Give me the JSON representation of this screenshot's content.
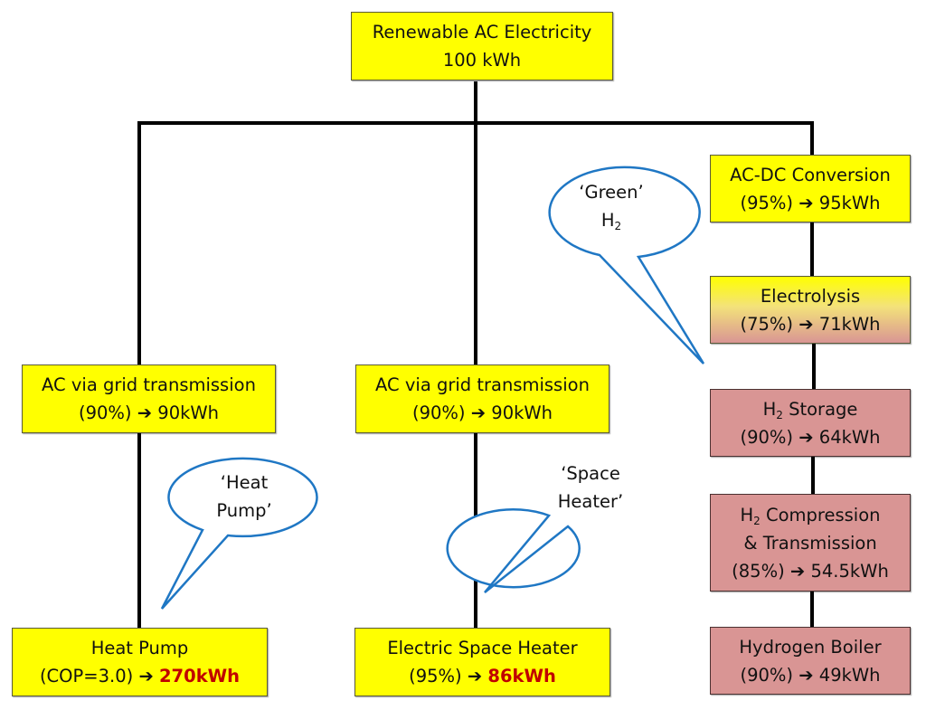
{
  "source": {
    "title": "Renewable AC Electricity",
    "value": "100 kWh"
  },
  "arrow_symbol": "➔",
  "paths": {
    "heat_pump": {
      "grid": {
        "title": "AC via grid transmission",
        "efficiency": "(90%)",
        "output": "90kWh"
      },
      "end": {
        "title": "Heat Pump",
        "efficiency": "(COP=3.0)",
        "output": "270kWh"
      },
      "callout": {
        "line1": "‘Heat",
        "line2": "Pump’"
      }
    },
    "space_heater": {
      "grid": {
        "title": "AC via grid transmission",
        "efficiency": "(90%)",
        "output": "90kWh"
      },
      "end": {
        "title": "Electric Space Heater",
        "efficiency": "(95%)",
        "output": "86kWh"
      },
      "callout": {
        "line1": "‘Space",
        "line2": "Heater’"
      }
    },
    "hydrogen": {
      "callout": {
        "line1": "‘Green’",
        "line2_main": "H",
        "line2_sub": "2"
      },
      "steps": [
        {
          "title": "AC-DC Conversion",
          "efficiency": "(95%)",
          "output": "95kWh"
        },
        {
          "title": "Electrolysis",
          "efficiency": "(75%)",
          "output": "71kWh"
        },
        {
          "title_main": "H",
          "title_sub": "2",
          "title_rest": " Storage",
          "efficiency": "(90%)",
          "output": "64kWh"
        },
        {
          "title_main": "H",
          "title_sub": "2",
          "title_rest": " Compression",
          "title_line2": "& Transmission",
          "efficiency": "(85%)",
          "output": "54.5kWh"
        },
        {
          "title": "Hydrogen Boiler",
          "efficiency": "(90%)",
          "output": "49kWh"
        }
      ]
    }
  },
  "colors": {
    "yellow": "#ffff00",
    "pink": "#d99594",
    "highlight": "#c00000",
    "callout_stroke": "#1f77c4"
  }
}
